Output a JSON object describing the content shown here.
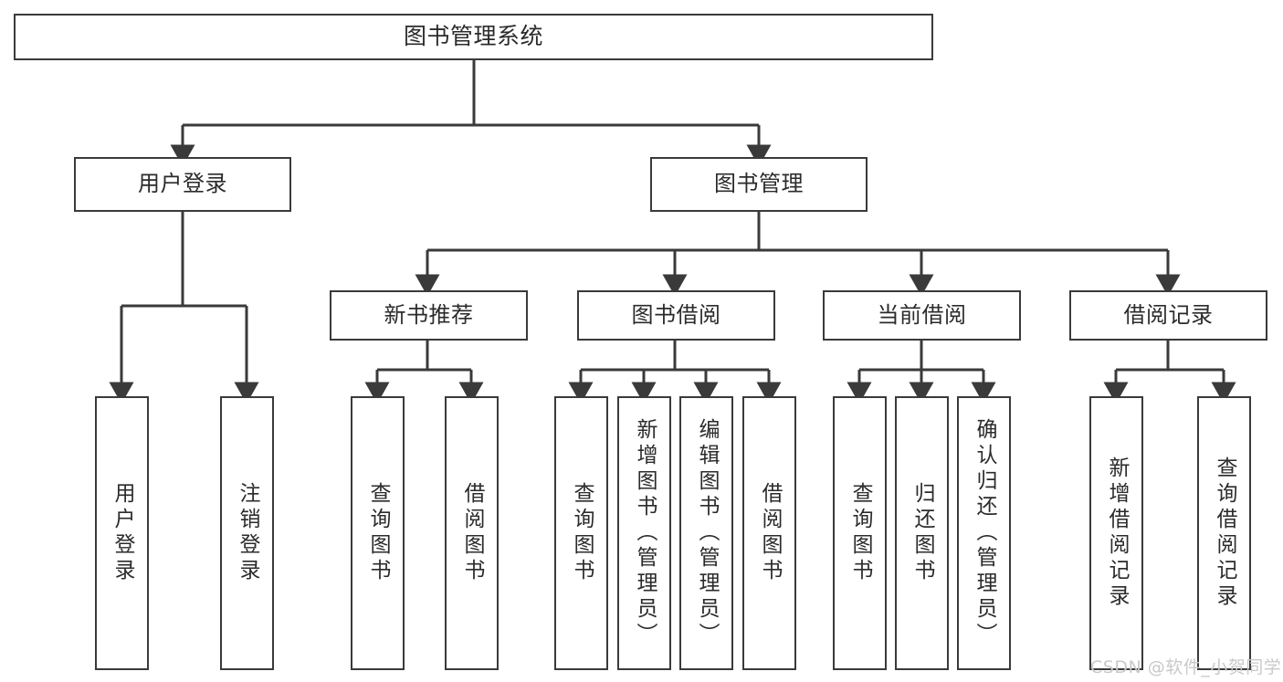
{
  "diagram": {
    "title": "图书管理系统",
    "type": "hierarchy-tree",
    "stroke_color": "#3a3a3a",
    "background_color": "#ffffff",
    "text_color": "#2b2b2b",
    "levels": 4,
    "root": {
      "id": "root",
      "label": "图书管理系统",
      "orientation": "horizontal"
    },
    "level2": [
      {
        "id": "user-login",
        "label": "用户登录",
        "orientation": "horizontal"
      },
      {
        "id": "book-management",
        "label": "图书管理",
        "orientation": "horizontal"
      }
    ],
    "level3": [
      {
        "id": "new-book-recommend",
        "label": "新书推荐",
        "orientation": "horizontal",
        "parent": "book-management"
      },
      {
        "id": "book-borrow",
        "label": "图书借阅",
        "orientation": "horizontal",
        "parent": "book-management"
      },
      {
        "id": "current-borrow",
        "label": "当前借阅",
        "orientation": "horizontal",
        "parent": "book-management"
      },
      {
        "id": "borrow-record",
        "label": "借阅记录",
        "orientation": "horizontal",
        "parent": "book-management"
      }
    ],
    "leaves": {
      "user_login": [
        {
          "id": "leaf-user-login",
          "label": "用户登录",
          "orientation": "vertical"
        },
        {
          "id": "leaf-logout",
          "label": "注销登录",
          "orientation": "vertical"
        }
      ],
      "new_book_recommend": [
        {
          "id": "leaf-query-book-1",
          "label": "查询图书",
          "orientation": "vertical"
        },
        {
          "id": "leaf-borrow-book-1",
          "label": "借阅图书",
          "orientation": "vertical"
        }
      ],
      "book_borrow": [
        {
          "id": "leaf-query-book-2",
          "label": "查询图书",
          "orientation": "vertical"
        },
        {
          "id": "leaf-add-book",
          "label": "新增图书（管理员）",
          "orientation": "vertical"
        },
        {
          "id": "leaf-edit-book",
          "label": "编辑图书（管理员）",
          "orientation": "vertical"
        },
        {
          "id": "leaf-borrow-book-2",
          "label": "借阅图书",
          "orientation": "vertical"
        }
      ],
      "current_borrow": [
        {
          "id": "leaf-query-book-3",
          "label": "查询图书",
          "orientation": "vertical"
        },
        {
          "id": "leaf-return-book",
          "label": "归还图书",
          "orientation": "vertical"
        },
        {
          "id": "leaf-confirm-return",
          "label": "确认归还（管理员）",
          "orientation": "vertical"
        }
      ],
      "borrow_record": [
        {
          "id": "leaf-add-record",
          "label": "新增借阅记录",
          "orientation": "vertical"
        },
        {
          "id": "leaf-query-record",
          "label": "查询借阅记录",
          "orientation": "vertical"
        }
      ]
    }
  },
  "watermark": {
    "text": "CSDN @软件_小贺同学"
  }
}
